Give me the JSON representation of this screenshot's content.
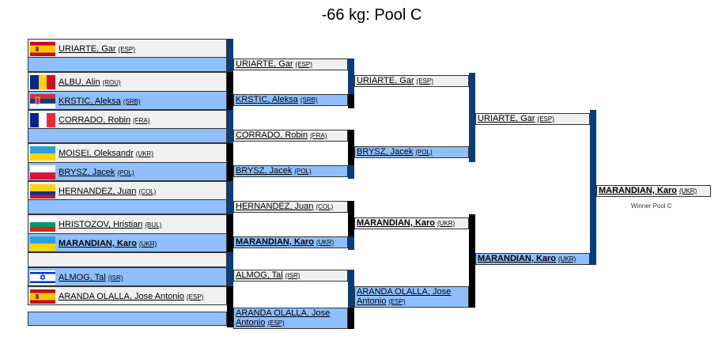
{
  "title": "-66 kg: Pool C",
  "winner_note": "Winner Pool C",
  "round1": [
    {
      "name": "URIARTE, Gar",
      "country": "(ESP)",
      "flag": "ESP"
    },
    {
      "name": "ALBU, Alin",
      "country": "(ROU)",
      "flag": "ROU"
    },
    {
      "name": "KRSTIC, Aleksa",
      "country": "(SRB)",
      "flag": "SRB"
    },
    {
      "name": "CORRADO, Robin",
      "country": "(FRA)",
      "flag": "FRA"
    },
    {
      "name": "MOISEI, Oleksandr",
      "country": "(UKR)",
      "flag": "UKR"
    },
    {
      "name": "BRYSZ, Jacek",
      "country": "(POL)",
      "flag": "POL"
    },
    {
      "name": "HERNANDEZ, Juan",
      "country": "(COL)",
      "flag": "COL"
    },
    {
      "name": "HRISTOZOV, Hristian",
      "country": "(BUL)",
      "flag": "BUL"
    },
    {
      "name": "MARANDIAN, Karo",
      "country": "(UKR)",
      "flag": "UKR"
    },
    {
      "name": "ALMOG, Tal",
      "country": "(ISR)",
      "flag": "ISR"
    },
    {
      "name": "ARANDA OLALLA, Jose Antonio",
      "country": "(ESP)",
      "flag": "ESP"
    }
  ],
  "round2": [
    {
      "name": "URIARTE, Gar",
      "country": "(ESP)"
    },
    {
      "name": "KRSTIC, Aleksa",
      "country": "(SRB)"
    },
    {
      "name": "CORRADO, Robin",
      "country": "(FRA)"
    },
    {
      "name": "BRYSZ, Jacek",
      "country": "(POL)"
    },
    {
      "name": "HERNANDEZ, Juan",
      "country": "(COL)"
    },
    {
      "name": "MARANDIAN, Karo",
      "country": "(UKR)"
    },
    {
      "name": "ALMOG, Tal",
      "country": "(ISR)"
    },
    {
      "name": "ARANDA OLALLA, Jose Antonio",
      "country": "(ESP)"
    }
  ],
  "round3": [
    {
      "name": "URIARTE, Gar",
      "country": "(ESP)"
    },
    {
      "name": "BRYSZ, Jacek",
      "country": "(POL)"
    },
    {
      "name": "MARANDIAN, Karo",
      "country": "(UKR)"
    },
    {
      "name": "ARANDA OLALLA, Jose Antonio",
      "country": "(ESP)"
    }
  ],
  "round4": [
    {
      "name": "URIARTE, Gar",
      "country": "(ESP)"
    },
    {
      "name": "MARANDIAN, Karo",
      "country": "(UKR)"
    }
  ],
  "final": {
    "name": "MARANDIAN, Karo",
    "country": "(UKR)"
  }
}
